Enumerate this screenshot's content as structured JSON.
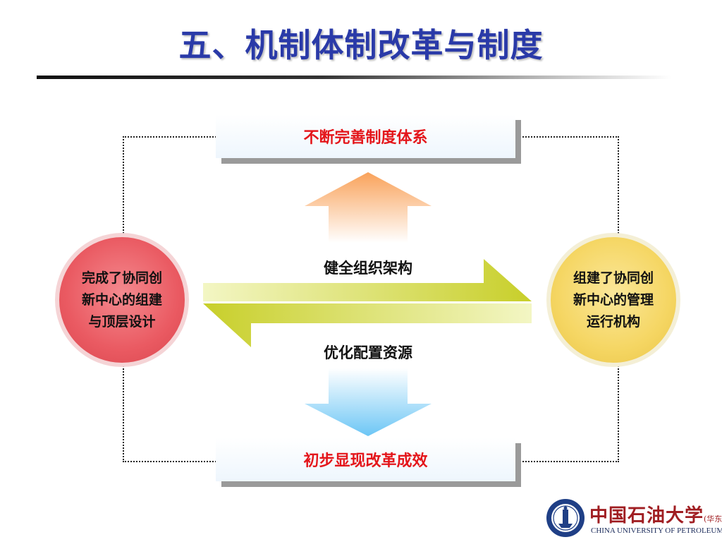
{
  "title": "五、机制体制改革与制度",
  "top_box": "不断完善制度体系",
  "bottom_box": "初步显现改革成效",
  "left_circle": {
    "lines": [
      "完成了协同创",
      "新中心的组建",
      "与顶层设计"
    ]
  },
  "right_circle": {
    "lines": [
      "组建了协同创",
      "新中心的管理",
      "运行机构"
    ]
  },
  "arrow_right_label": "健全组织架构",
  "arrow_left_label": "优化配置资源",
  "logo": {
    "name_cn": "中国石油大学",
    "campus": "(华东)",
    "name_en": "CHINA UNIVERSITY OF PETROLEUM"
  },
  "colors": {
    "title": "#2a3aa8",
    "box_text": "#e4161b",
    "left_circle": "#ea5a62",
    "right_circle": "#f5d663",
    "arrow_up_top": "#f9a25a",
    "arrow_down_bottom": "#6cc6f5",
    "horizontal_arrow": "#c8cf2a"
  }
}
